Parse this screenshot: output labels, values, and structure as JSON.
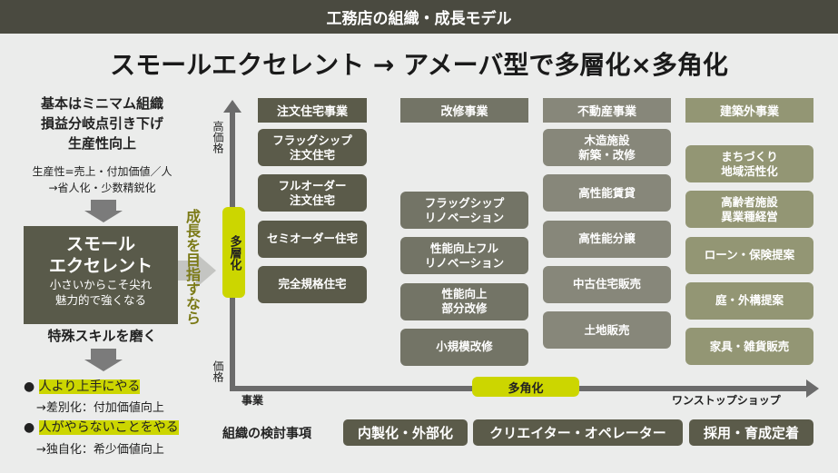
{
  "header": {
    "banner": "工務店の組織・成長モデル",
    "title": "スモールエクセレント → アメーバ型で多層化×多角化"
  },
  "left": {
    "lines": [
      "基本はミニマム組織",
      "損益分岐点引き下げ",
      "生産性向上"
    ],
    "sub": [
      "生産性=売上・付加価値／人",
      "→省人化・少数精鋭化"
    ],
    "core_title": [
      "スモール",
      "エクセレント"
    ],
    "core_sub": [
      "小さいからこそ尖れ",
      "魅力的で強くなる"
    ],
    "skill": "特殊スキルを磨く",
    "bullets": [
      {
        "text": "人より上手にやる",
        "sub": "→差別化：付加価値向上"
      },
      {
        "text": "人がやらないことをやる",
        "sub": "→独自化：希少価値向上"
      }
    ],
    "growth": "成長を目指すなら"
  },
  "axis": {
    "y_top": "高価格",
    "y_bottom": "価格",
    "x_left": "事業",
    "x_right": "ワンストップショップ",
    "layering": "多層化",
    "diversify": "多角化"
  },
  "columns": [
    {
      "title": "注文住宅事業",
      "items": [
        "フラッグシップ\n注文住宅",
        "フルオーダー\n注文住宅",
        "セミオーダー住宅",
        "完全規格住宅"
      ]
    },
    {
      "title": "改修事業",
      "items": [
        "フラッグシップ\nリノベーション",
        "性能向上フル\nリノベーション",
        "性能向上\n部分改修",
        "小規模改修"
      ]
    },
    {
      "title": "不動産事業",
      "items": [
        "木造施設\n新築・改修",
        "高性能賃貸",
        "高性能分譲",
        "中古住宅販売",
        "土地販売"
      ]
    },
    {
      "title": "建築外事業",
      "items": [
        "まちづくり\n地域活性化",
        "高齢者施設\n異業種経営",
        "ローン・保険提案",
        "庭・外構提案",
        "家具・雑貨販売"
      ]
    }
  ],
  "org": {
    "label": "組織の検討事項",
    "items": [
      "内製化・外部化",
      "クリエイター・オペレーター",
      "採用・育成定着"
    ]
  },
  "colors": {
    "accent": "#ccd600",
    "dark": "#4a4a40"
  }
}
